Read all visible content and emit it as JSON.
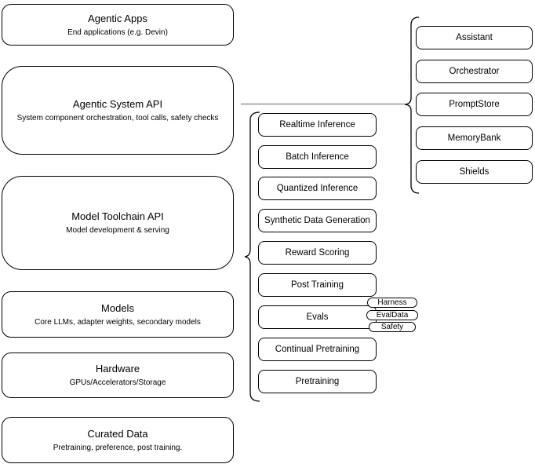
{
  "left_stack": {
    "items": [
      {
        "title": "Agentic Apps",
        "subtitle": "End applications (e.g. Devin)"
      },
      {
        "title": "Agentic System API",
        "subtitle": "System component orchestration, tool calls, safety checks"
      },
      {
        "title": "Model Toolchain API",
        "subtitle": "Model development & serving"
      },
      {
        "title": "Models",
        "subtitle": "Core LLMs, adapter weights, secondary models"
      },
      {
        "title": "Hardware",
        "subtitle": "GPUs/Accelerators/Storage"
      },
      {
        "title": "Curated Data",
        "subtitle": "Pretraining, preference, post training."
      }
    ]
  },
  "toolchain_group": {
    "items": [
      {
        "label": "Realtime Inference"
      },
      {
        "label": "Batch Inference"
      },
      {
        "label": "Quantized Inference"
      },
      {
        "label": "Synthetic Data Generation"
      },
      {
        "label": "Reward Scoring"
      },
      {
        "label": "Post Training"
      },
      {
        "label": "Evals"
      },
      {
        "label": "Continual Pretraining"
      },
      {
        "label": "Pretraining"
      }
    ],
    "evals_tags": [
      {
        "label": "Harness"
      },
      {
        "label": "EvalData"
      },
      {
        "label": "Safety"
      }
    ]
  },
  "system_group": {
    "items": [
      {
        "label": "Assistant"
      },
      {
        "label": "Orchestrator"
      },
      {
        "label": "PromptStore"
      },
      {
        "label": "MemoryBank"
      },
      {
        "label": "Shields"
      }
    ]
  },
  "colors": {
    "node_border": "#000000",
    "connector_line": "#808080",
    "background": "#ffffff"
  }
}
